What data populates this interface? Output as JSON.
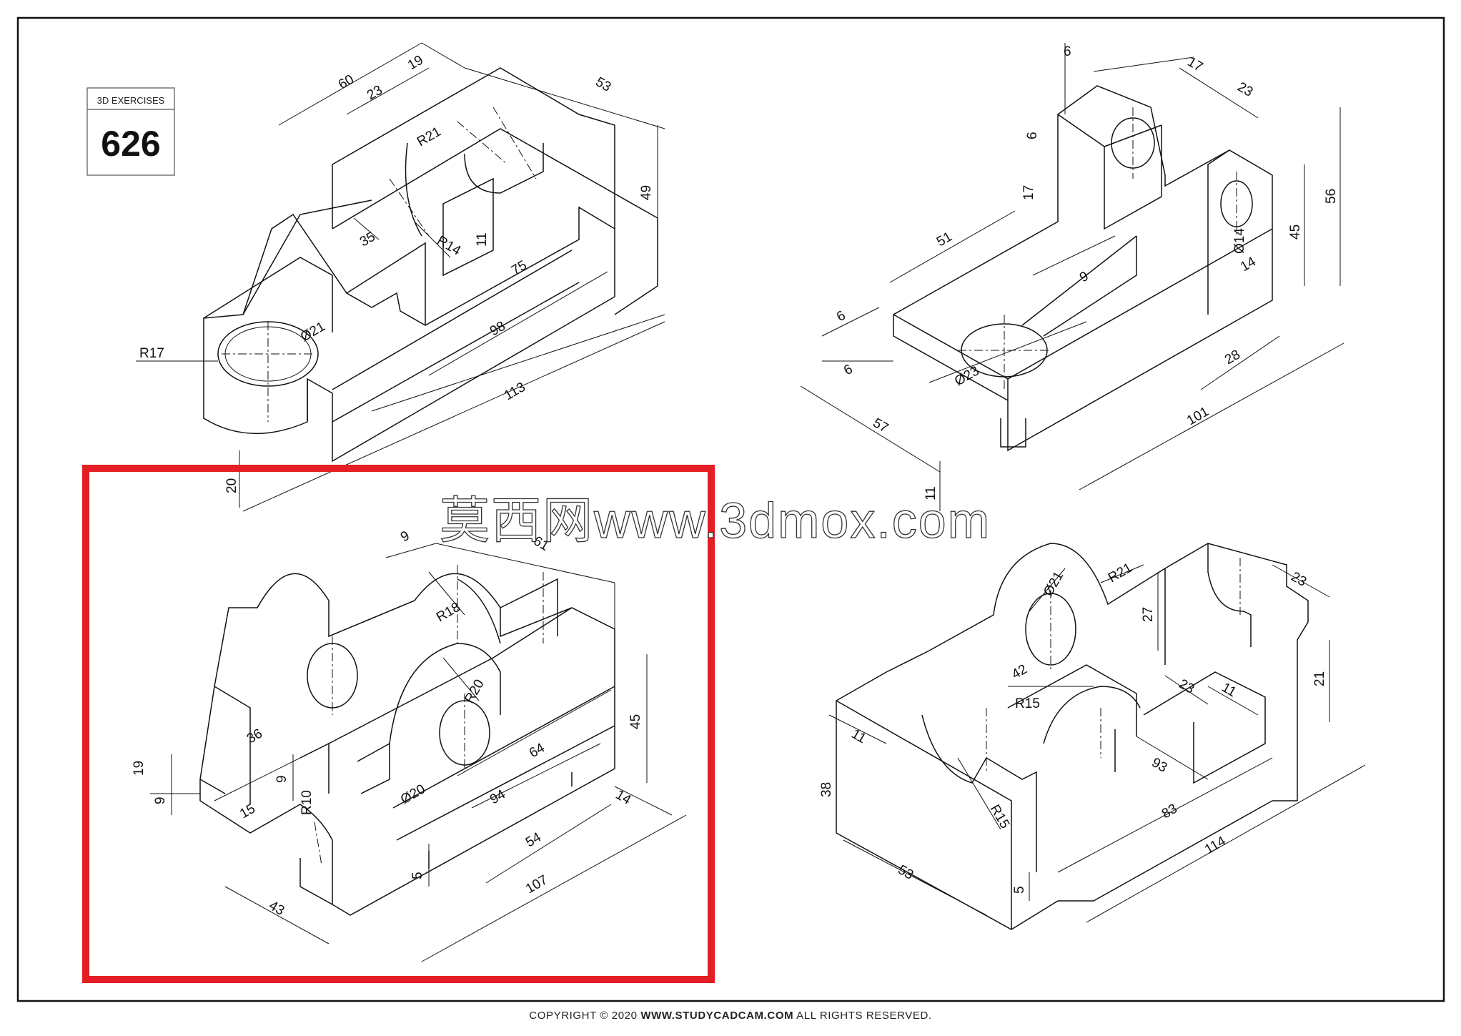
{
  "title_block": {
    "heading": "3D EXERCISES",
    "number": "626"
  },
  "watermark": "莫西网www.3dmox.com",
  "footer": {
    "prefix": "COPYRIGHT © 2020 ",
    "site": "WWW.STUDYCADCAM.COM",
    "suffix": " ALL RIGHTS RESERVED."
  },
  "highlight_color": "#e31e24",
  "views": [
    {
      "name": "top-left",
      "dims": [
        "60",
        "19",
        "53",
        "23",
        "R21",
        "49",
        "35",
        "R14",
        "11",
        "75",
        "98",
        "Ø21",
        "R17",
        "113",
        "20"
      ]
    },
    {
      "name": "top-right",
      "dims": [
        "6",
        "17",
        "23",
        "6",
        "17",
        "56",
        "45",
        "Ø14",
        "14",
        "51",
        "9",
        "6",
        "6",
        "Ø23",
        "28",
        "101",
        "57",
        "11"
      ]
    },
    {
      "name": "bottom-left",
      "dims": [
        "9",
        "61",
        "R18",
        "R20",
        "45",
        "64",
        "36",
        "19",
        "9",
        "9",
        "R10",
        "15",
        "Ø20",
        "94",
        "14",
        "54",
        "107",
        "5",
        "43"
      ]
    },
    {
      "name": "bottom-right",
      "dims": [
        "Ø21",
        "R21",
        "23",
        "27",
        "42",
        "21",
        "R15",
        "23",
        "11",
        "11",
        "38",
        "93",
        "R15",
        "5",
        "83",
        "114",
        "53"
      ]
    }
  ]
}
